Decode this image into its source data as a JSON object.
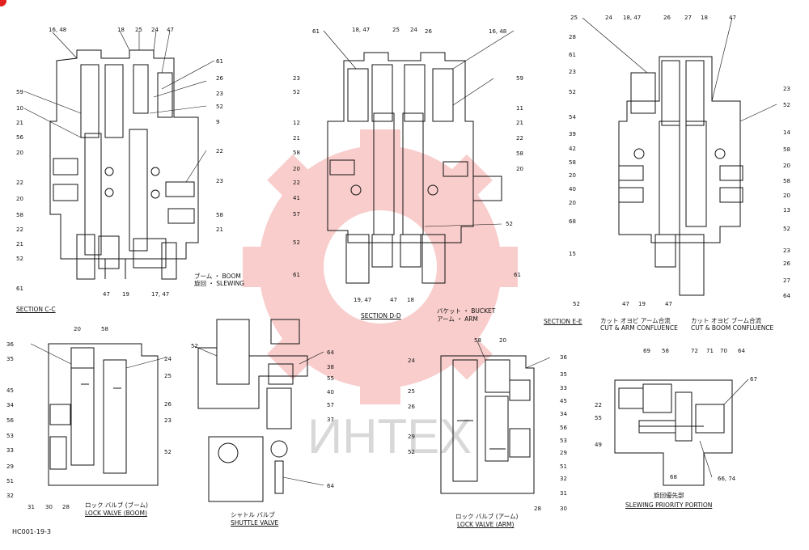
{
  "watermark": {
    "text": "ИНТЕХ",
    "color": "#f08080"
  },
  "accent_color": "#e0211d",
  "doc_code": "HC001-19-3",
  "sections": {
    "c": {
      "caption": "SECTION  C-C",
      "func_jp": "ブーム ・ BOOM",
      "func_jp2": "旋回 ・ SLEWING",
      "labels": [
        "16, 48",
        "18",
        "25",
        "24",
        "47",
        "61",
        "26",
        "23",
        "52",
        "9",
        "59",
        "10",
        "21",
        "56",
        "20",
        "22",
        "20",
        "58",
        "22",
        "21",
        "52",
        "61",
        "47",
        "19",
        "17, 47",
        "22",
        "23",
        "58",
        "21"
      ]
    },
    "d": {
      "caption": "SECTION  D-D",
      "func1": "バケット ・ BUCKET",
      "func2": "アーム ・ ARM",
      "labels": [
        "61",
        "18, 47",
        "25",
        "24",
        "26",
        "16, 48",
        "23",
        "59",
        "52",
        "11",
        "12",
        "21",
        "21",
        "22",
        "58",
        "58",
        "20",
        "20",
        "22",
        "41",
        "57",
        "52",
        "52",
        "61",
        "19, 47",
        "47",
        "18",
        "61"
      ]
    },
    "e": {
      "caption": "SECTION  E-E",
      "conf1_jp": "カット オヨビ アーム合流",
      "conf1_en": "CUT & ARM CONFLUENCE",
      "conf2_jp": "カット オヨビ ブーム合流",
      "conf2_en": "CUT & BOOM CONFLUENCE",
      "labels": [
        "25",
        "24",
        "18, 47",
        "26",
        "27",
        "18",
        "47",
        "28",
        "61",
        "23",
        "52",
        "54",
        "39",
        "42",
        "58",
        "20",
        "40",
        "20",
        "68",
        "15",
        "52",
        "47",
        "19",
        "47",
        "23",
        "52",
        "14",
        "58",
        "20",
        "58",
        "20",
        "13",
        "52",
        "23",
        "26",
        "27",
        "64"
      ]
    },
    "lock_boom": {
      "caption_jp": "ロック バルブ (ブーム)",
      "caption_en": "LOCK VALVE (BOOM)",
      "labels": [
        "20",
        "58",
        "36",
        "35",
        "45",
        "34",
        "56",
        "53",
        "33",
        "29",
        "51",
        "32",
        "31",
        "30",
        "28",
        "24",
        "25",
        "26",
        "23",
        "52"
      ]
    },
    "shuttle": {
      "caption_jp": "シャトル バルブ",
      "caption_en": "SHUTTLE VALVE",
      "labels": [
        "52",
        "64",
        "38",
        "55",
        "40",
        "57",
        "37",
        "64"
      ]
    },
    "lock_arm": {
      "caption_jp": "ロック バルブ (アーム)",
      "caption_en": "LOCK VALVE (ARM)",
      "labels": [
        "58",
        "20",
        "36",
        "24",
        "35",
        "33",
        "25",
        "45",
        "26",
        "34",
        "56",
        "29",
        "53",
        "52",
        "29",
        "51",
        "32",
        "31",
        "28",
        "30"
      ]
    },
    "slewing": {
      "caption_jp": "旋回優先部",
      "caption_en": "SLEWING PRIORITY PORTION",
      "labels": [
        "69",
        "58",
        "72",
        "71",
        "70",
        "64",
        "67",
        "22",
        "55",
        "49",
        "68",
        "66, 74"
      ]
    }
  }
}
